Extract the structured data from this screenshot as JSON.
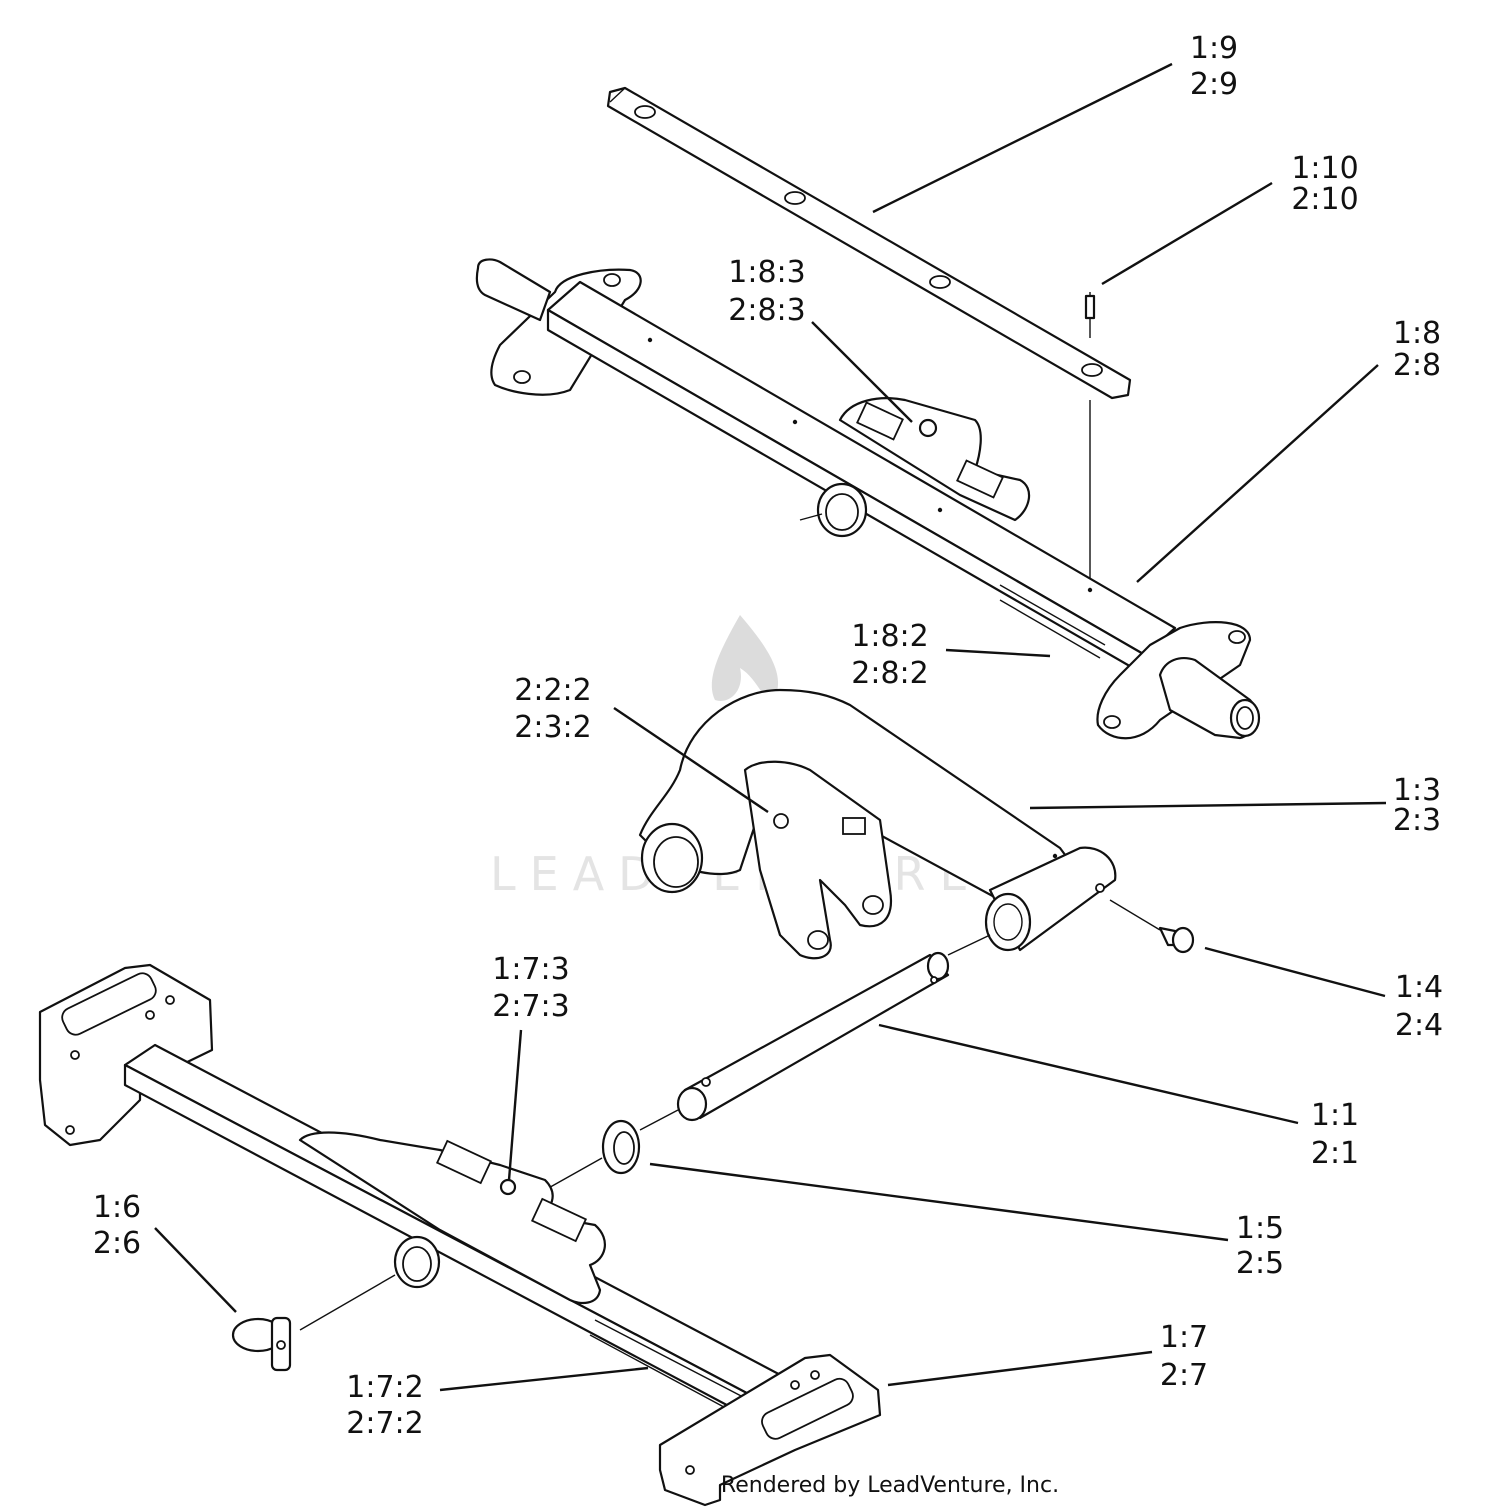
{
  "watermark": {
    "text": "LEADVENTURE"
  },
  "footer": {
    "text": "Rendered by LeadVenture, Inc."
  },
  "callouts": [
    {
      "id": "9",
      "lines": [
        "1:9",
        "2:9"
      ]
    },
    {
      "id": "10",
      "lines": [
        "1:10",
        "2:10"
      ]
    },
    {
      "id": "8-3",
      "lines": [
        "1:8:3",
        "2:8:3"
      ]
    },
    {
      "id": "8",
      "lines": [
        "1:8",
        "2:8"
      ]
    },
    {
      "id": "8-2",
      "lines": [
        "1:8:2",
        "2:8:2"
      ]
    },
    {
      "id": "2-2",
      "lines": [
        "2:2:2",
        "2:3:2"
      ]
    },
    {
      "id": "3",
      "lines": [
        "1:3",
        "2:3"
      ]
    },
    {
      "id": "4",
      "lines": [
        "1:4",
        "2:4"
      ]
    },
    {
      "id": "7-3",
      "lines": [
        "1:7:3",
        "2:7:3"
      ]
    },
    {
      "id": "1",
      "lines": [
        "1:1",
        "2:1"
      ]
    },
    {
      "id": "6",
      "lines": [
        "1:6",
        "2:6"
      ]
    },
    {
      "id": "5",
      "lines": [
        "1:5",
        "2:5"
      ]
    },
    {
      "id": "7",
      "lines": [
        "1:7",
        "2:7"
      ]
    },
    {
      "id": "7-2",
      "lines": [
        "1:7:2",
        "2:7:2"
      ]
    }
  ]
}
